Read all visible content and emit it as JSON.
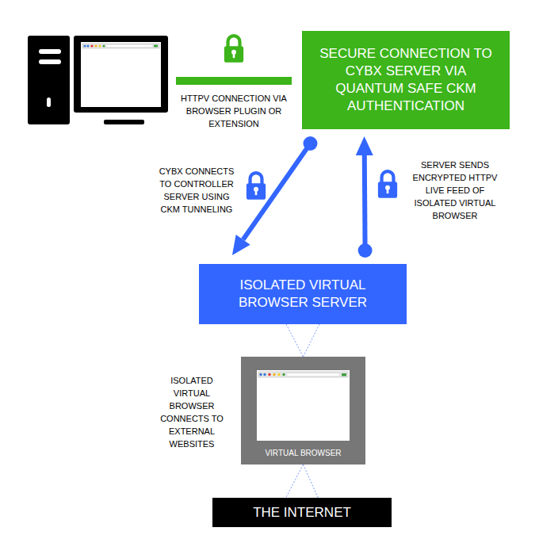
{
  "diagram": {
    "nodes": [
      {
        "text": [
          "SECURE CONNECTION TO CYBX SERVER VIA QUANTUM SAFE CKM AUTHENTICATION"
        ]
      },
      {
        "text": [
          "ISOLATED VIRTUAL BROWSER SERVER"
        ]
      },
      {
        "text": [
          "VIRTUAL BROWSER"
        ]
      },
      {
        "text": [
          "THE INTERNET"
        ]
      }
    ],
    "edges": [
      {
        "from": 0,
        "to": 1,
        "arrow": "to",
        "label": "CYBX CONNECTS TO CONTROLLER SERVER USING CKM TUNNELING"
      },
      {
        "from": 1,
        "to": 0,
        "arrow": "to",
        "label": "SERVER SENDS ENCRYPTED HTTPV LIVE FEED OF ISOLATED VIRTUAL BROWSER"
      },
      {
        "from": 1,
        "to": 2,
        "arrow": "none"
      },
      {
        "from": 2,
        "to": 3,
        "arrow": "none"
      }
    ],
    "labels": [
      "HTTPV CONNECTION VIA BROWSER PLUGIN OR EXTENSION",
      "ISOLATED VIRTUAL BROWSER CONNECTS TO EXTERNAL WEBSITES"
    ]
  }
}
